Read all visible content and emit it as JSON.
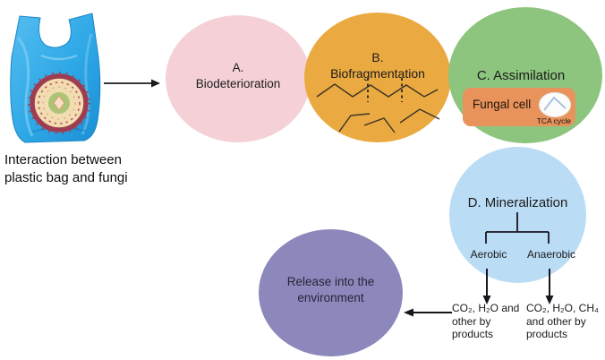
{
  "source": {
    "caption": "Interaction between plastic bag and fungi"
  },
  "stages": {
    "a": {
      "letter": "A.",
      "label": "Biodeterioration"
    },
    "b": {
      "letter": "B.",
      "label": "Biofragmentation"
    },
    "c": {
      "label": "C. Assimilation",
      "fungal_cell": "Fungal cell",
      "tca_cycle": "TCA cycle"
    },
    "d": {
      "label": "D. Mineralization",
      "aerobic": "Aerobic",
      "anaerobic": "Anaerobic",
      "aerobic_products": [
        "CO₂, H₂O and",
        "other by",
        "products"
      ],
      "anaerobic_products": [
        "CO₂, H₂O, CH₄",
        "and other by",
        "products"
      ]
    },
    "release": {
      "label": "Release into the environment"
    }
  },
  "colors": {
    "biodeterioration_circle": "#f5d1d7",
    "biofragmentation_circle": "#ebaa41",
    "assimilation_circle": "#8dc47e",
    "fungal_cell_box": "#e8935c",
    "mineralization_circle": "#badcf5",
    "release_circle": "#8d88bb",
    "plastic_bag_blue": "#2ea8e6",
    "fungal_colony_ring": "#9e3c51",
    "line_color": "#1b1b1b"
  }
}
